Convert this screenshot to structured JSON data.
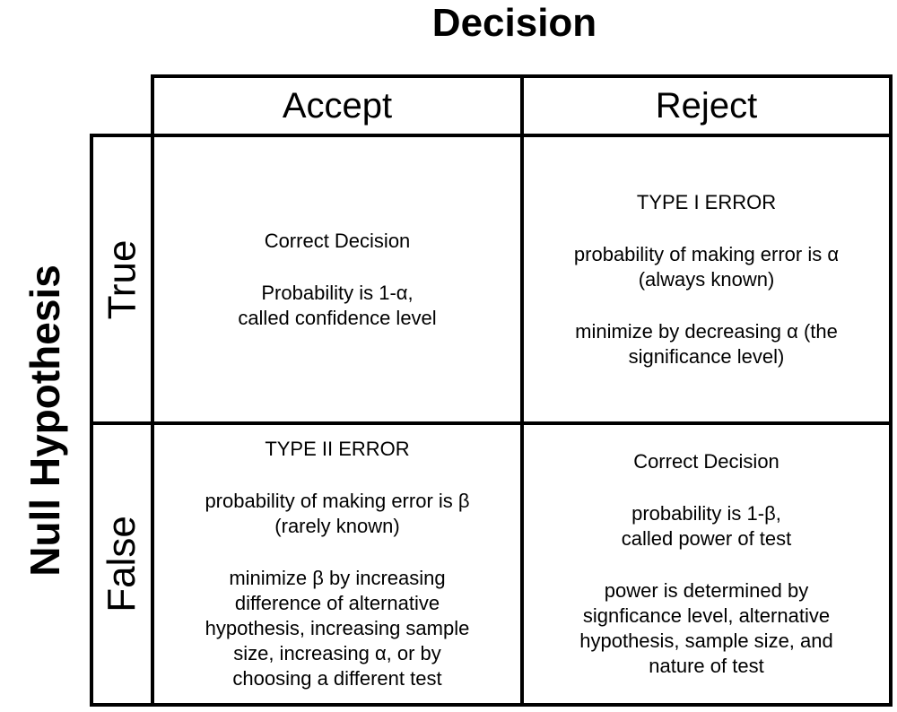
{
  "background_color": "#ffffff",
  "line_color": "#000000",
  "title": "Decision",
  "row_axis_label": "Null Hypothesis",
  "columns": [
    {
      "label": "Accept"
    },
    {
      "label": "Reject"
    }
  ],
  "rows": [
    {
      "label": "True",
      "cells": [
        {
          "name": "true-accept",
          "paragraphs": [
            "Correct Decision",
            "Probability is 1-α,\ncalled confidence level"
          ]
        },
        {
          "name": "true-reject",
          "paragraphs": [
            "TYPE I ERROR",
            "probability of making error is α\n(always known)",
            "minimize by decreasing α (the\nsignificance level)"
          ]
        }
      ]
    },
    {
      "label": "False",
      "cells": [
        {
          "name": "false-accept",
          "paragraphs": [
            "TYPE II ERROR",
            "probability of making error is β\n(rarely known)",
            "minimize β by increasing\ndifference of alternative\nhypothesis, increasing sample\nsize, increasing α, or by\nchoosing a different test"
          ]
        },
        {
          "name": "false-reject",
          "paragraphs": [
            "Correct Decision",
            "probability is 1-β,\ncalled power of test",
            "power is determined by\nsignficance level, alternative\nhypothesis, sample size, and\nnature of test"
          ]
        }
      ]
    }
  ]
}
